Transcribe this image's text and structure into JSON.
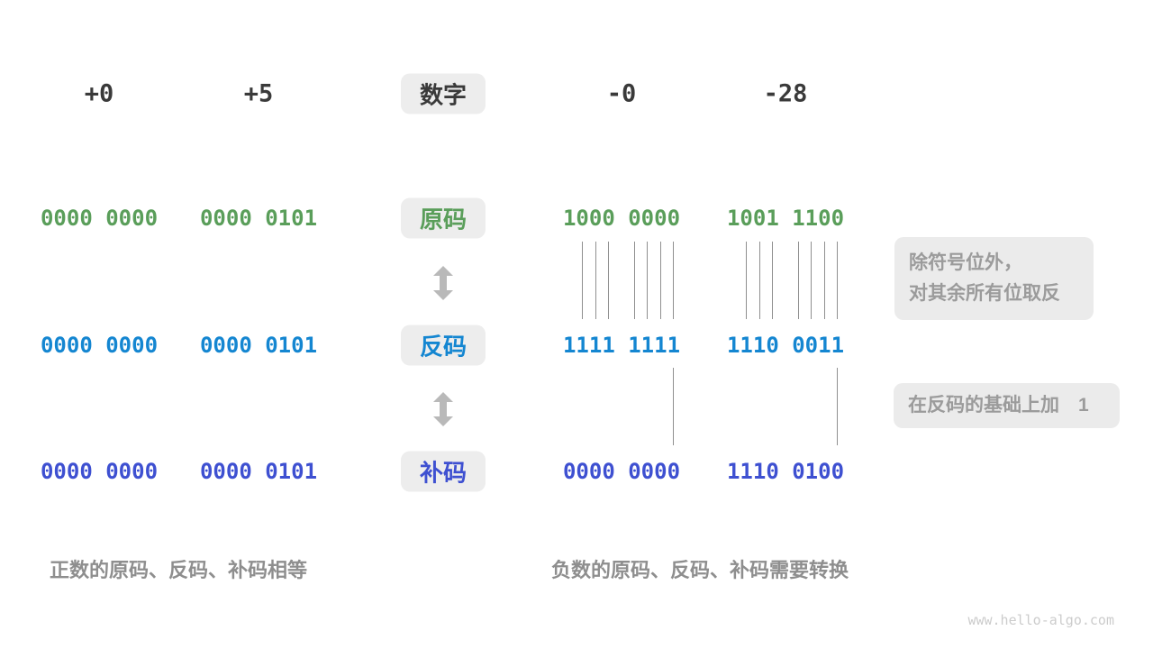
{
  "header": {
    "label": "数字",
    "values": [
      "+0",
      "+5",
      "-0",
      "-28"
    ]
  },
  "rows": [
    {
      "name": "sign-magnitude",
      "label": "原码",
      "values": [
        "0000 0000",
        "0000 0101",
        "1000 0000",
        "1001 1100"
      ]
    },
    {
      "name": "ones-complement",
      "label": "反码",
      "values": [
        "0000 0000",
        "0000 0101",
        "1111 1111",
        "1110 0011"
      ]
    },
    {
      "name": "twos-complement",
      "label": "补码",
      "values": [
        "0000 0000",
        "0000 0101",
        "0000 0000",
        "1110 0100"
      ]
    }
  ],
  "annotations": {
    "invert_bits": {
      "line1": "除符号位外，",
      "line2": "对其余所有位取反"
    },
    "add_one": "在反码的基础上加　1"
  },
  "captions": {
    "positive": "正数的原码、反码、补码相等",
    "negative": "负数的原码、反码、补码需要转换"
  },
  "watermark": "www.hello-algo.com",
  "colors": {
    "number_text": "#3a3a3a",
    "sign_magnitude": "#5a9e5a",
    "ones_complement": "#1486d1",
    "twos_complement": "#3e50d1",
    "label_box_bg": "#ededed",
    "annotation_bg": "#ebebeb",
    "annotation_text": "#9b9b9b",
    "caption_text": "#8e8e8e",
    "arrow": "#b9b9b9",
    "tick_line": "#8f8f8f",
    "watermark": "#cccccc"
  }
}
